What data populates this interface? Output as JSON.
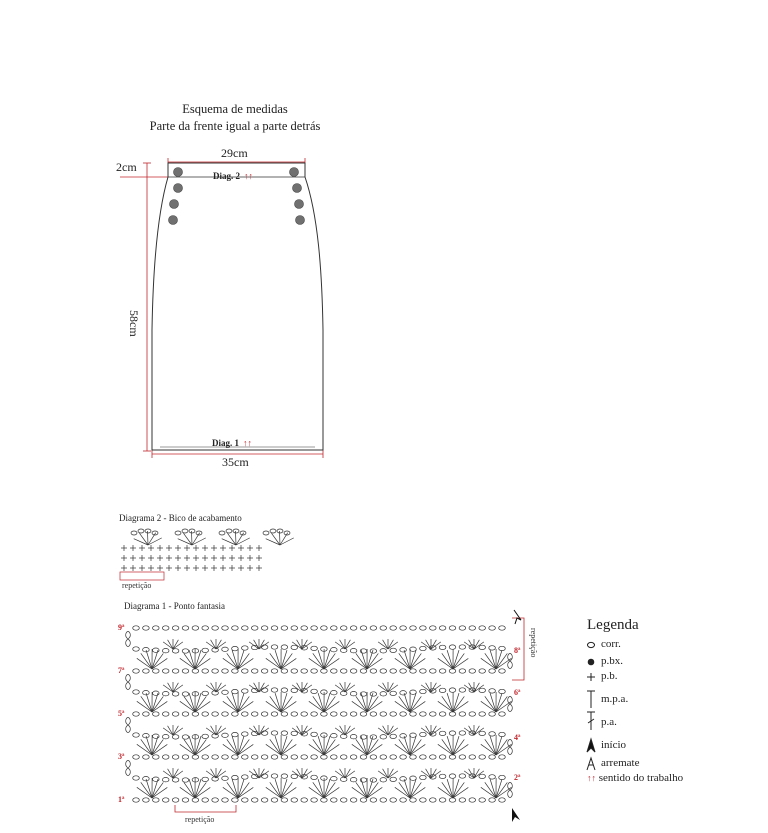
{
  "schema": {
    "title_line1": "Esquema de medidas",
    "title_line2": "Parte da frente igual a parte detrás",
    "top_width": "29cm",
    "waistband_height": "2cm",
    "length": "58cm",
    "bottom_width": "35cm",
    "diag2_label": "Diag. 2",
    "diag1_label": "Diag. 1",
    "arrows": "↑↑"
  },
  "diagram2": {
    "title": "Diagrama 2 - Bico de acabamento",
    "repeat_label": "repetição"
  },
  "diagram1": {
    "title": "Diagrama 1 - Ponto fantasia",
    "repeat_label_bottom": "repetição",
    "repeat_label_side": "repetição",
    "left_rows": [
      "9ª",
      "7ª",
      "5ª",
      "3ª",
      "1ª"
    ],
    "right_rows": [
      "8ª",
      "6ª",
      "4ª",
      "2ª"
    ]
  },
  "legend": {
    "title": "Legenda",
    "items": [
      {
        "icon": "chain-oval-icon",
        "label": "corr."
      },
      {
        "icon": "slip-dot-icon",
        "label": "p.bx."
      },
      {
        "icon": "plus-icon",
        "label": "p.b."
      },
      {
        "icon": "half-double-icon",
        "label": "m.p.a."
      },
      {
        "icon": "double-crochet-icon",
        "label": "p.a."
      },
      {
        "icon": "start-arrow-icon",
        "label": "início"
      },
      {
        "icon": "fasten-off-icon",
        "label": "arremate"
      },
      {
        "icon": "direction-arrows-icon",
        "label": "sentido do trabalho"
      }
    ]
  },
  "colors": {
    "accent_red": "#c0272d",
    "line": "#333333",
    "button_gray": "#707070"
  }
}
